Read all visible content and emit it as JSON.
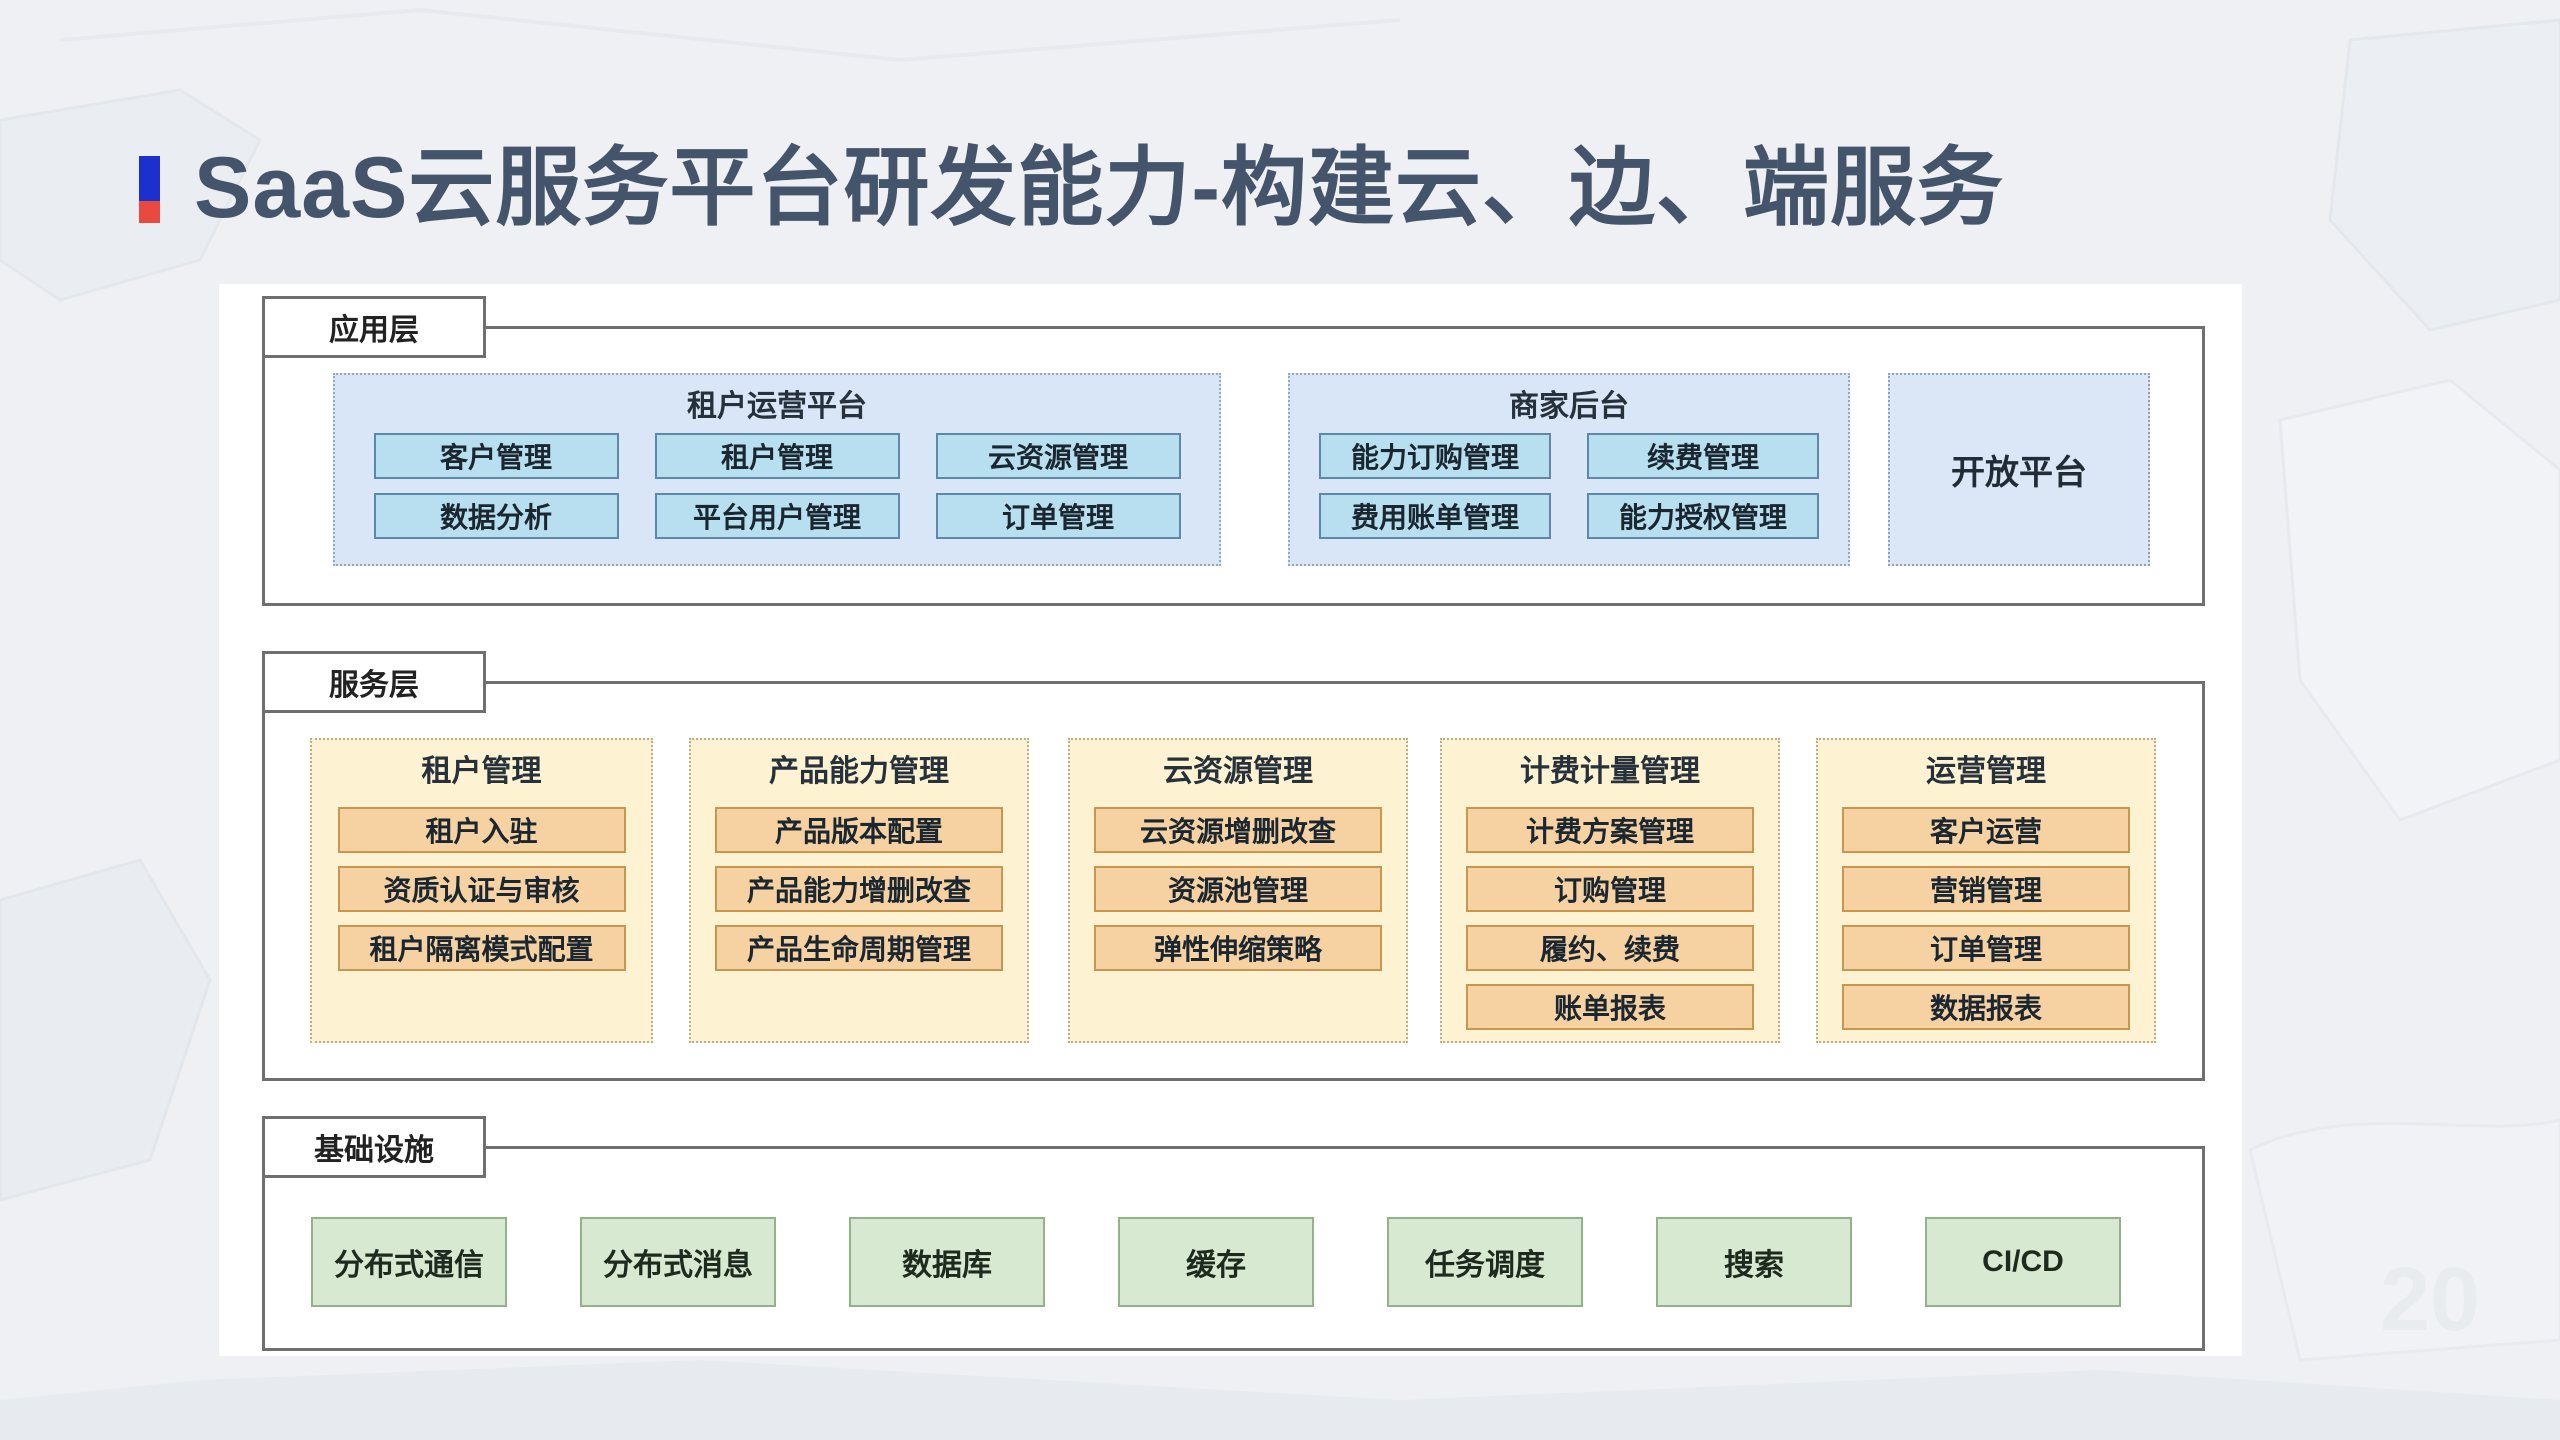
{
  "title": {
    "text": "SaaS云服务平台研发能力-构建云、边、端服务"
  },
  "colors": {
    "accent_blue": "#1e2fd0",
    "accent_red": "#e9493e",
    "title_text": "#44546a",
    "layer_border": "#6f6f6f",
    "blue_group_bg": "#d9e6f7",
    "blue_button_bg": "#b8dff0",
    "blue_button_border": "#5d89a8",
    "yellow_group_bg": "#fdf2d1",
    "orange_button_bg": "#f6d1a2",
    "orange_button_border": "#c9964f",
    "green_box_bg": "#d8e9d2",
    "green_box_border": "#94b28a"
  },
  "layers": {
    "app": {
      "label": "应用层",
      "groups": {
        "tenant_ops": {
          "title": "租户运营平台",
          "items": [
            "客户管理",
            "租户管理",
            "云资源管理",
            "数据分析",
            "平台用户管理",
            "订单管理"
          ]
        },
        "merchant": {
          "title": "商家后台",
          "items": [
            "能力订购管理",
            "续费管理",
            "费用账单管理",
            "能力授权管理"
          ]
        },
        "open_platform": {
          "title": "开放平台"
        }
      }
    },
    "service": {
      "label": "服务层",
      "groups": [
        {
          "title": "租户管理",
          "items": [
            "租户入驻",
            "资质认证与审核",
            "租户隔离模式配置"
          ]
        },
        {
          "title": "产品能力管理",
          "items": [
            "产品版本配置",
            "产品能力增删改查",
            "产品生命周期管理"
          ]
        },
        {
          "title": "云资源管理",
          "items": [
            "云资源增删改查",
            "资源池管理",
            "弹性伸缩策略"
          ]
        },
        {
          "title": "计费计量管理",
          "items": [
            "计费方案管理",
            "订购管理",
            "履约、续费",
            "账单报表"
          ]
        },
        {
          "title": "运营管理",
          "items": [
            "客户运营",
            "营销管理",
            "订单管理",
            "数据报表"
          ]
        }
      ]
    },
    "infra": {
      "label": "基础设施",
      "items": [
        "分布式通信",
        "分布式消息",
        "数据库",
        "缓存",
        "任务调度",
        "搜索",
        "CI/CD"
      ]
    }
  }
}
